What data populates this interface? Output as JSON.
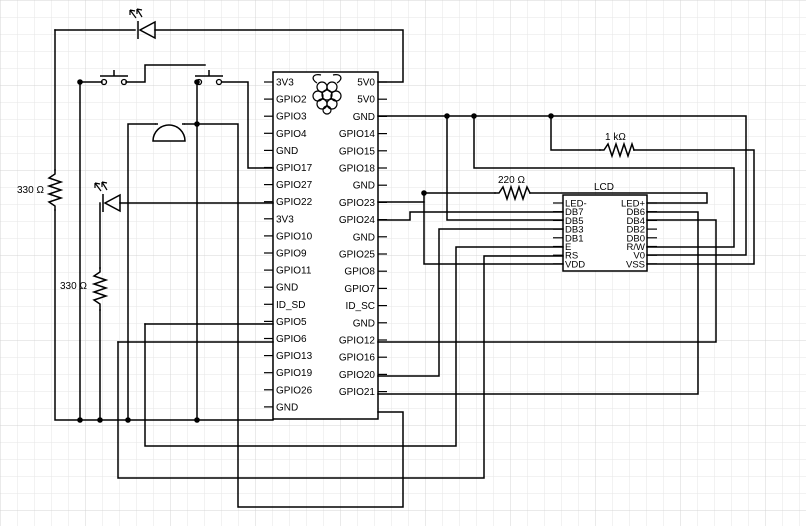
{
  "pi": {
    "left_pins": [
      "3V3",
      "GPIO2",
      "GPIO3",
      "GPIO4",
      "GND",
      "GPIO17",
      "GPIO27",
      "GPIO22",
      "3V3",
      "GPIO10",
      "GPIO9",
      "GPIO11",
      "GND",
      "ID_SD",
      "GPIO5",
      "GPIO6",
      "GPIO13",
      "GPIO19",
      "GPIO26",
      "GND"
    ],
    "right_pins": [
      "5V0",
      "5V0",
      "GND",
      "GPIO14",
      "GPIO15",
      "GPIO18",
      "GND",
      "GPIO23",
      "GPIO24",
      "GND",
      "GPIO25",
      "GPIO8",
      "GPIO7",
      "ID_SC",
      "GND",
      "GPIO12",
      "GPIO16",
      "GPIO20",
      "GPIO21"
    ]
  },
  "lcd": {
    "title": "LCD",
    "left_pins": [
      "LED-",
      "DB7",
      "DB5",
      "DB3",
      "DB1",
      "E",
      "RS",
      "VDD"
    ],
    "right_pins": [
      "LED+",
      "DB6",
      "DB4",
      "DB2",
      "DB0",
      "R/W",
      "V0",
      "VSS"
    ]
  },
  "resistors": {
    "r1": "330 Ω",
    "r2": "330 Ω",
    "r3": "220 Ω",
    "r4": "1 kΩ"
  }
}
